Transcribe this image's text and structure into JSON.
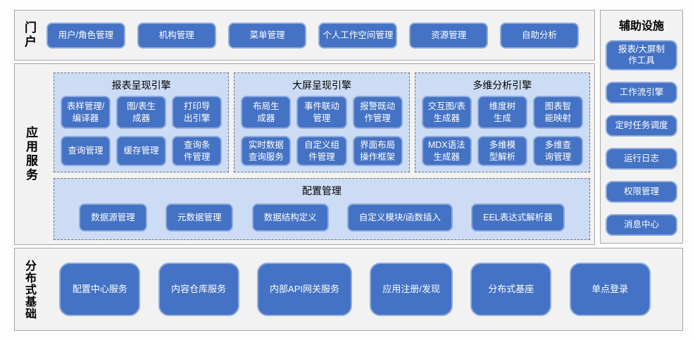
{
  "colors": {
    "button_blue": "#4472c4",
    "button_border_light_blue": "#8faadc",
    "panel_light_blue": "#ccdcf4",
    "panel_dashed_border": "#737373",
    "section_gray": "#f2f2f2",
    "section_border_gray": "#a6a6a6",
    "button_text": "#ffffff",
    "label_text": "#000000"
  },
  "portal": {
    "label": "门户",
    "items": [
      "用户/角色管理",
      "机构管理",
      "菜单管理",
      "个人工作空间管理",
      "资源管理",
      "自助分析"
    ]
  },
  "app_services": {
    "label": "应用服务",
    "engines": [
      {
        "title": "报表呈现引擎",
        "items": [
          "表样管理/\n编译器",
          "图/表生\n成器",
          "打印导\n出引擎",
          "查询管理",
          "缓存管理",
          "查询条\n件管理"
        ]
      },
      {
        "title": "大屏呈现引擎",
        "items": [
          "布局生\n成器",
          "事件联动\n管理",
          "报警既动\n作管理",
          "实时数据\n查询服务",
          "自定义组\n件管理",
          "界面布局\n操作框架"
        ]
      },
      {
        "title": "多维分析引擎",
        "items": [
          "交互图/表\n生成器",
          "维度树\n生成",
          "图表智\n能映射",
          "MDX语法\n生成器",
          "多维模\n型解析",
          "多维查\n询管理"
        ]
      }
    ],
    "config": {
      "title": "配置管理",
      "items": [
        "数据源管理",
        "元数据管理",
        "数据结构定义",
        "自定义模块/函数插入",
        "EEL表达式解析器"
      ]
    }
  },
  "auxiliary": {
    "title": "辅助设施",
    "items": [
      "报表/大屏制\n作工具",
      "工作流引擎",
      "定时任务调度",
      "运行日志",
      "权限管理",
      "消息中心"
    ]
  },
  "foundation": {
    "label": "分布式基础",
    "items": [
      "配置中心服务",
      "内容仓库服务",
      "内部API网关服务",
      "应用注册/发现",
      "分布式基座",
      "单点登录"
    ]
  }
}
